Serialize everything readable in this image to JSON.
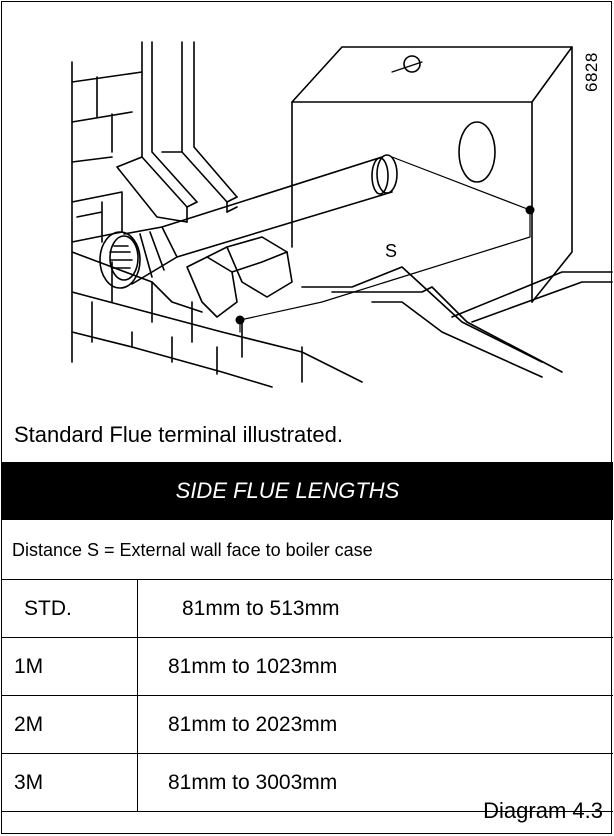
{
  "figure_code": "6828",
  "dimension_label": "S",
  "caption": "Standard Flue terminal illustrated.",
  "table": {
    "title": "SIDE FLUE LENGTHS",
    "subtitle": "Distance S = External wall face to boiler case",
    "rows": [
      {
        "type": "STD.",
        "range": "81mm to 513mm"
      },
      {
        "type": "1M",
        "range": "81mm to 1023mm"
      },
      {
        "type": "2M",
        "range": "81mm to 2023mm"
      },
      {
        "type": "3M",
        "range": "81mm to 3003mm"
      }
    ]
  },
  "footer": "Diagram 4.3"
}
